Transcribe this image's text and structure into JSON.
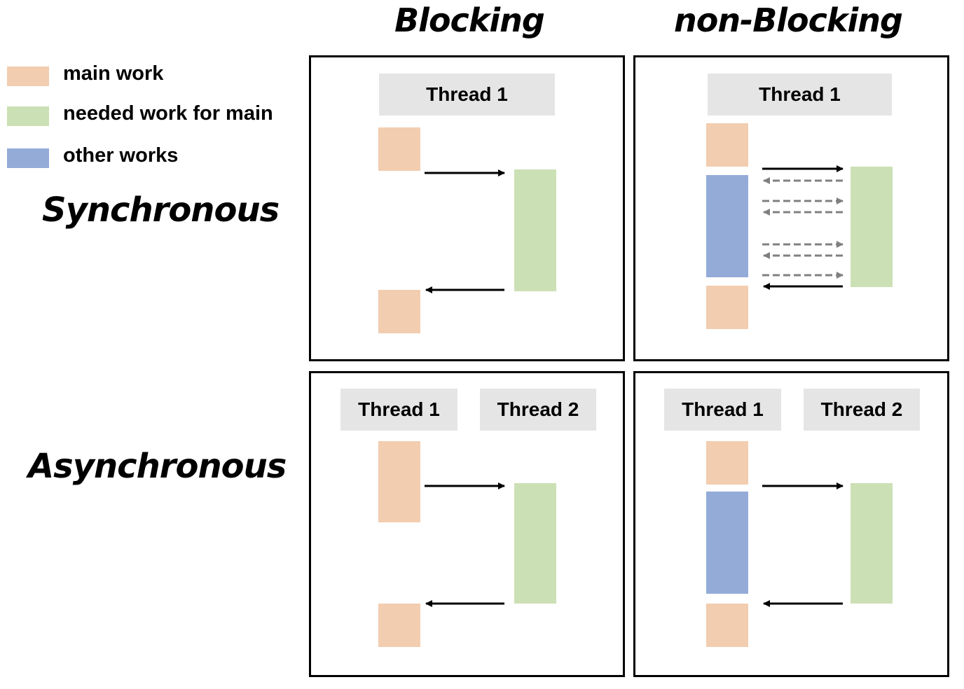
{
  "columns": {
    "blocking": "Blocking",
    "non_blocking": "non-Blocking"
  },
  "rows": {
    "synchronous": "Synchronous",
    "asynchronous": "Asynchronous"
  },
  "legend": [
    {
      "label": "main work",
      "color": "#f2cdb0"
    },
    {
      "label": "needed work for main",
      "color": "#cce0b5"
    },
    {
      "label": "other works",
      "color": "#94abd8"
    }
  ],
  "panels": {
    "sync_blocking": {
      "thread1": "Thread 1"
    },
    "sync_nonblocking": {
      "thread1": "Thread 1"
    },
    "async_blocking": {
      "thread1": "Thread 1",
      "thread2": "Thread 2"
    },
    "async_nonblocking": {
      "thread1": "Thread 1",
      "thread2": "Thread 2"
    }
  },
  "colors": {
    "main_work": "#f2cdb0",
    "needed_work": "#cce0b5",
    "other_works": "#94abd8",
    "thread_label_bg": "#e5e5e5",
    "arrow_solid": "#000000",
    "arrow_dashed": "#808080"
  }
}
